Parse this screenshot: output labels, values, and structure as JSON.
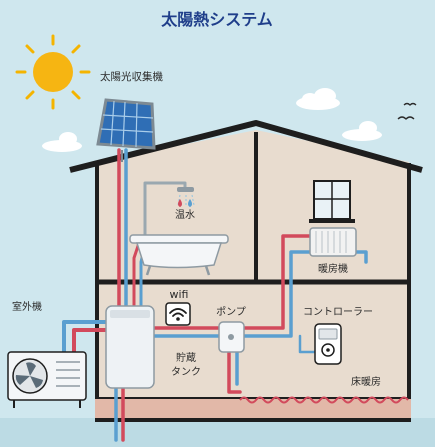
{
  "title": "太陽熱システム",
  "labels": {
    "solar_collector": "太陽光収集機",
    "hot_water": "温水",
    "heater": "暖房機",
    "wifi": "wifi",
    "pump": "ポンプ",
    "controller": "コントローラー",
    "outdoor_unit": "室外機",
    "storage_line1": "貯蔵",
    "storage_line2": "タンク",
    "floor_heating": "床暖房"
  },
  "colors": {
    "sky": "#cfe7ee",
    "house_wall": "#e8dccf",
    "house_outline": "#1e1e1e",
    "hot_pipe": "#d24a5c",
    "cold_pipe": "#5a9fd0",
    "title": "#1f3e8a",
    "sun": "#f4b400"
  },
  "icons": {
    "sun": "sun-icon",
    "wifi": "wifi-icon",
    "controller": "thermostat-icon",
    "birds": "bird-icon"
  }
}
